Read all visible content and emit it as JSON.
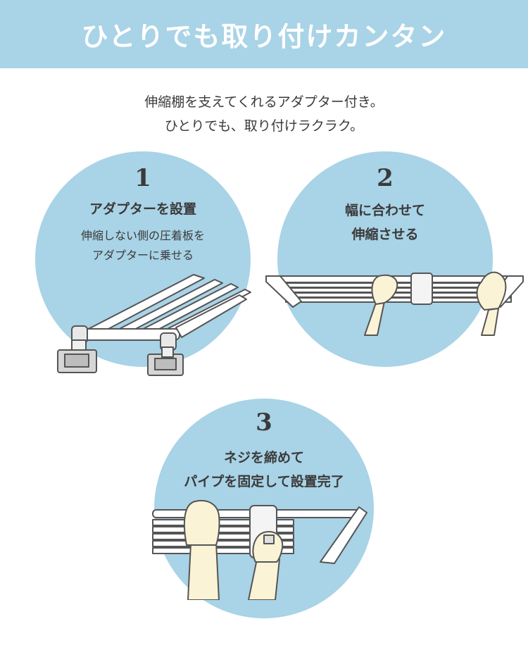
{
  "header": {
    "title": "ひとりでも取り付けカンタン"
  },
  "intro": {
    "line1": "伸縮棚を支えてくれるアダプター付き。",
    "line2": "ひとりでも、取り付けラクラク。"
  },
  "steps": [
    {
      "number": "1",
      "title": "アダプターを設置",
      "desc_line1": "伸縮しない側の圧着板を",
      "desc_line2": "アダプターに乗せる"
    },
    {
      "number": "2",
      "title_line1": "幅に合わせて",
      "title_line2": "伸縮させる"
    },
    {
      "number": "3",
      "title_line1": "ネジを締めて",
      "title_line2": "パイプを固定して設置完了"
    }
  ],
  "colors": {
    "accent": "#a9d3e6",
    "text": "#3a3a3a",
    "skin": "#fbf3d6"
  }
}
